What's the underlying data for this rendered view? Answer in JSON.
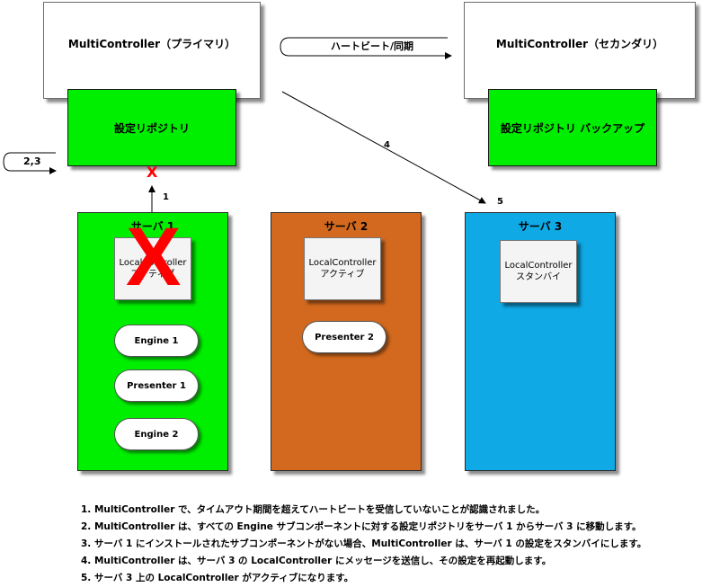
{
  "primary": {
    "title": "MultiController（プライマリ）",
    "repo": "設定リポジトリ"
  },
  "secondary": {
    "title": "MultiController（セカンダリ）",
    "repo": "設定リポジトリ バックアップ"
  },
  "heartbeat_label": "ハートビート/同期",
  "arrow_labels": {
    "a23": "2,3",
    "a1": "1",
    "a4": "4",
    "a5": "5"
  },
  "failure_mark": "X",
  "servers": [
    {
      "title": "サーバ 1",
      "lc_line1": "LocalController",
      "lc_line2": "アクティブ",
      "components": [
        "Engine 1",
        "Presenter 1",
        "Engine 2"
      ],
      "color": "#00ee00"
    },
    {
      "title": "サーバ 2",
      "lc_line1": "LocalController",
      "lc_line2": "アクティブ",
      "components": [
        "Presenter 2"
      ],
      "color": "#d2691e"
    },
    {
      "title": "サーバ 3",
      "lc_line1": "LocalController",
      "lc_line2": "スタンバイ",
      "components": [],
      "color": "#0fa9e6"
    }
  ],
  "notes": [
    "1. MultiController で、タイムアウト期間を超えてハートビートを受信していないことが認識されました。",
    "2. MultiController は、すべての Engine サブコンポーネントに対する設定リポジトリをサーバ 1 からサーバ 3 に移動します。",
    "3. サーバ 1 にインストールされたサブコンポーネントがない場合、MultiController は、サーバ 1 の設定をスタンバイにします。",
    "4. MultiController は、サーバ 3 の LocalController にメッセージを送信し、その設定を再起動します。",
    "5. サーバ 3 上の LocalController がアクティブになります。"
  ]
}
